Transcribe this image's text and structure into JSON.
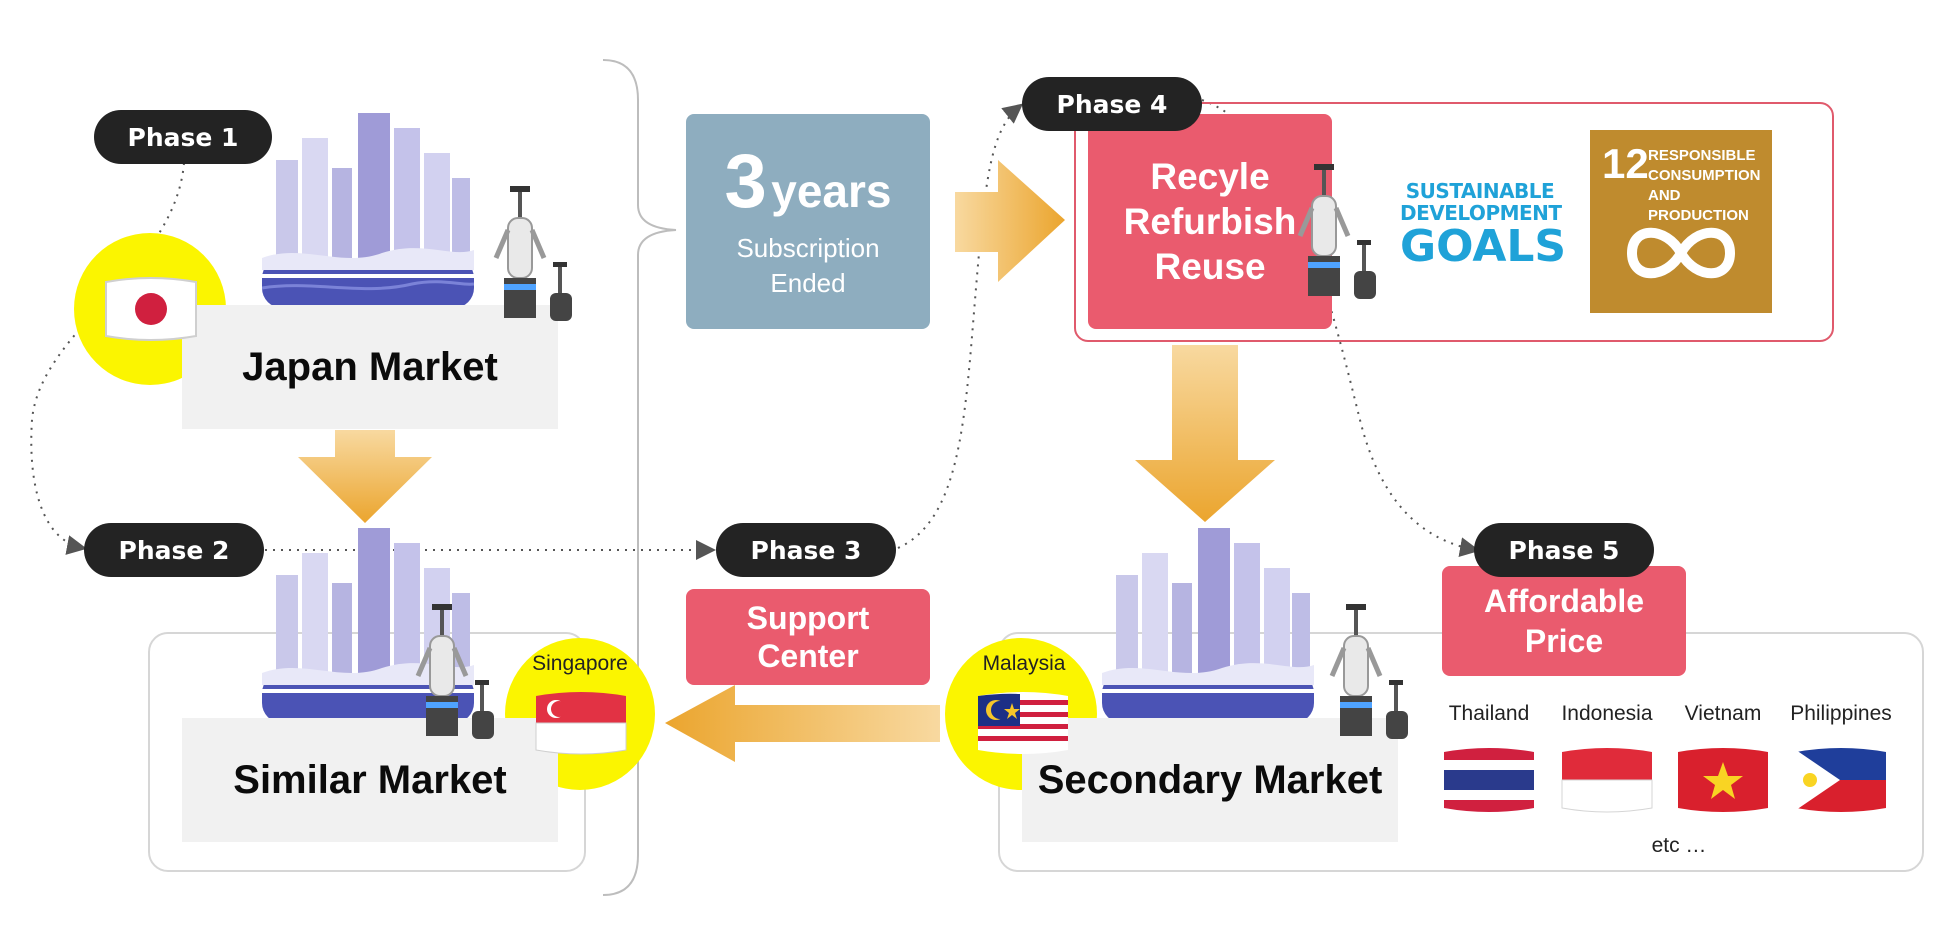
{
  "phases": {
    "p1": "Phase 1",
    "p2": "Phase 2",
    "p3": "Phase 3",
    "p4": "Phase 4",
    "p5": "Phase 5"
  },
  "markets": {
    "japan": "Japan Market",
    "similar": "Similar Market",
    "secondary": "Secondary Market"
  },
  "subscription": {
    "number": "3",
    "unit": "years",
    "line1": "Subscription",
    "line2": "Ended"
  },
  "recycle": {
    "line1": "Recyle",
    "line2": "Refurbish",
    "line3": "Reuse"
  },
  "support": {
    "line1": "Support",
    "line2": "Center"
  },
  "affordable": {
    "line1": "Affordable",
    "line2": "Price"
  },
  "sdg": {
    "logo_line1": "SUSTAINABLE",
    "logo_line2": "DEVELOPMENT",
    "logo_line3": "GOALS",
    "goal_number": "12",
    "goal_line1": "RESPONSIBLE",
    "goal_line2": "CONSUMPTION",
    "goal_line3": "AND PRODUCTION"
  },
  "countries": {
    "singapore": "Singapore",
    "malaysia": "Malaysia",
    "thailand": "Thailand",
    "indonesia": "Indonesia",
    "vietnam": "Vietnam",
    "philippines": "Philippines",
    "etc": "etc …"
  },
  "colors": {
    "pill": "#232323",
    "red": "#ea5b6e",
    "subscription": "#8eadbf",
    "arrow": "#eeae3a",
    "yellow": "#fbf500",
    "sdg_goal": "#bf8b2e"
  }
}
